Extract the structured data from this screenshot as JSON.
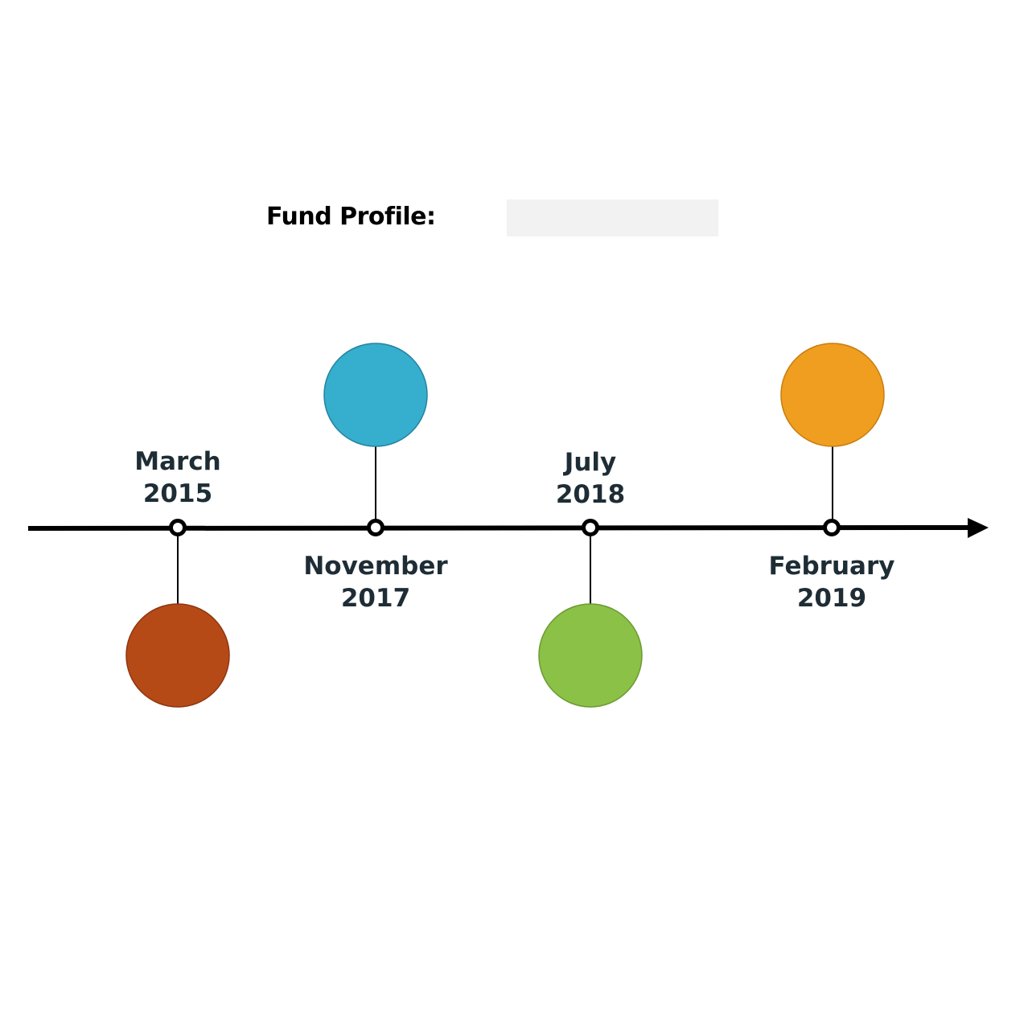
{
  "header": {
    "label": "Fund Profile:",
    "value": ""
  },
  "events": [
    {
      "month": "March",
      "year": "2015",
      "color": "#b64a17",
      "stroke": "#8f3610",
      "side": "below",
      "label_side": "above"
    },
    {
      "month": "November",
      "year": "2017",
      "color": "#36aece",
      "stroke": "#23849f",
      "side": "above",
      "label_side": "below"
    },
    {
      "month": "July",
      "year": "2018",
      "color": "#8bc146",
      "stroke": "#6b9a32",
      "side": "below",
      "label_side": "above"
    },
    {
      "month": "February",
      "year": "2019",
      "color": "#f09e1f",
      "stroke": "#c97d0d",
      "side": "above",
      "label_side": "below"
    }
  ],
  "colors": {
    "axis": "#000000",
    "label_text": "#1e2d35"
  }
}
